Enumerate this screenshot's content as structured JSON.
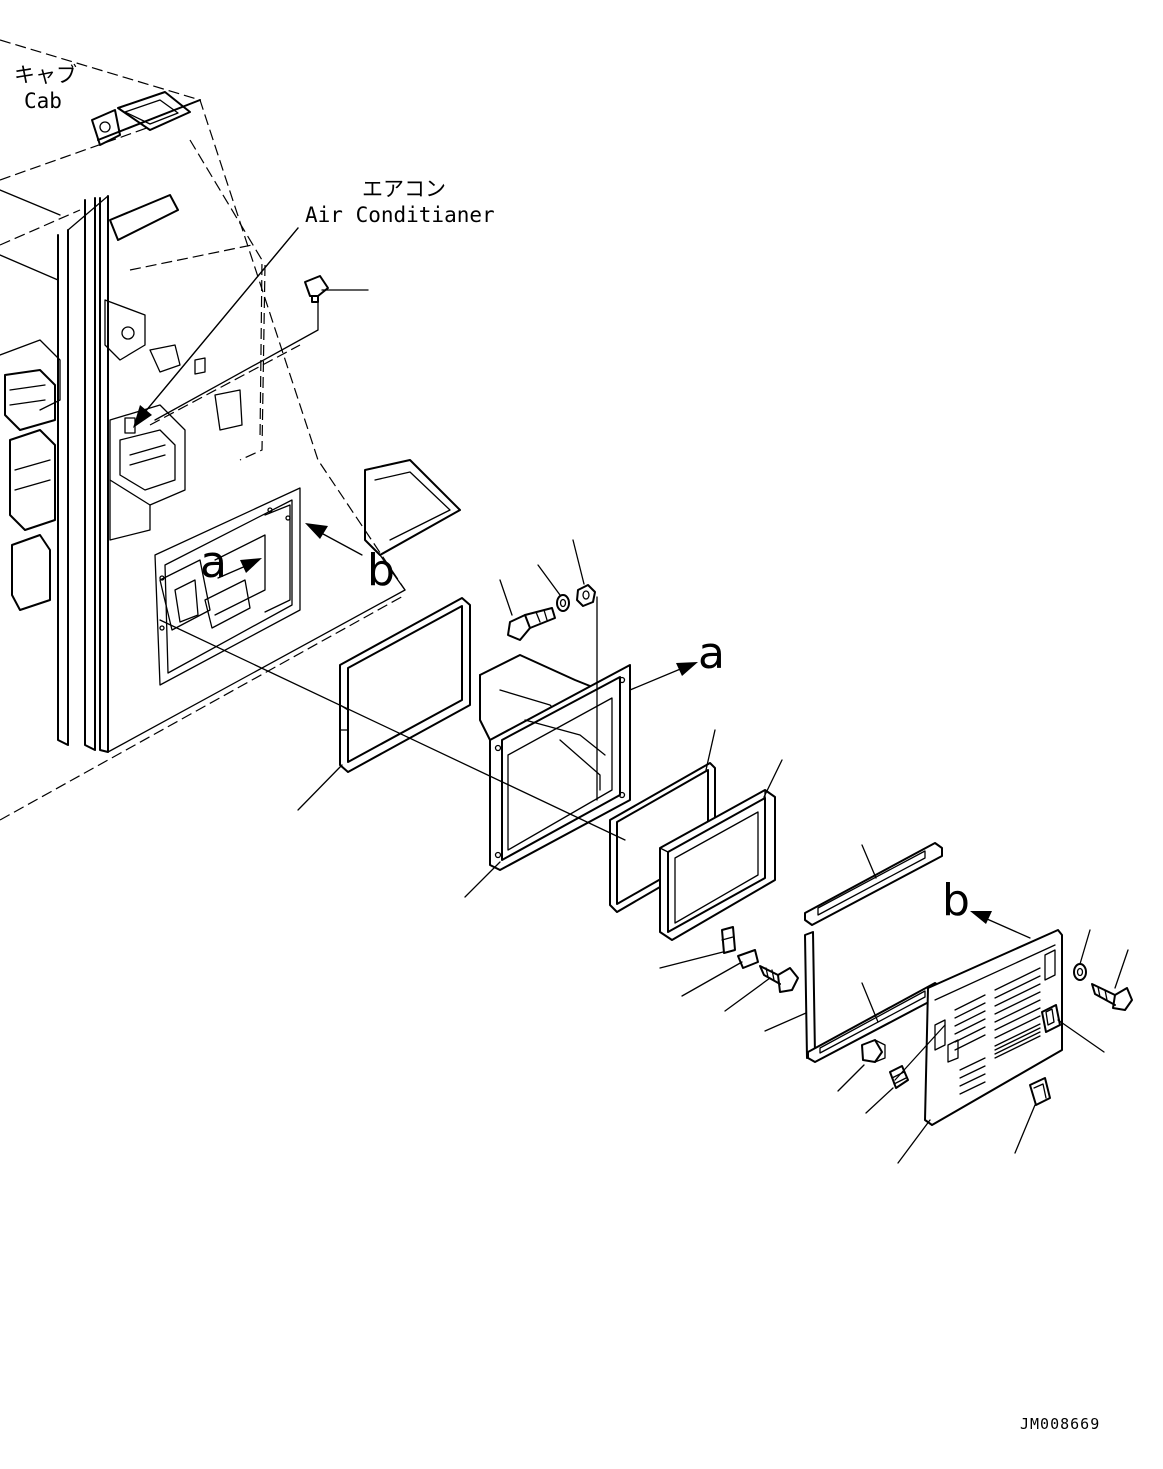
{
  "labels": {
    "cab_jp": "キャブ",
    "cab_en": "Cab",
    "aircon_jp": "エアコン",
    "aircon_en": "Air Conditianer",
    "view_a1": "a",
    "view_b1": "b",
    "view_a2": "a",
    "view_b2": "b",
    "drawing_code": "JM008669"
  }
}
